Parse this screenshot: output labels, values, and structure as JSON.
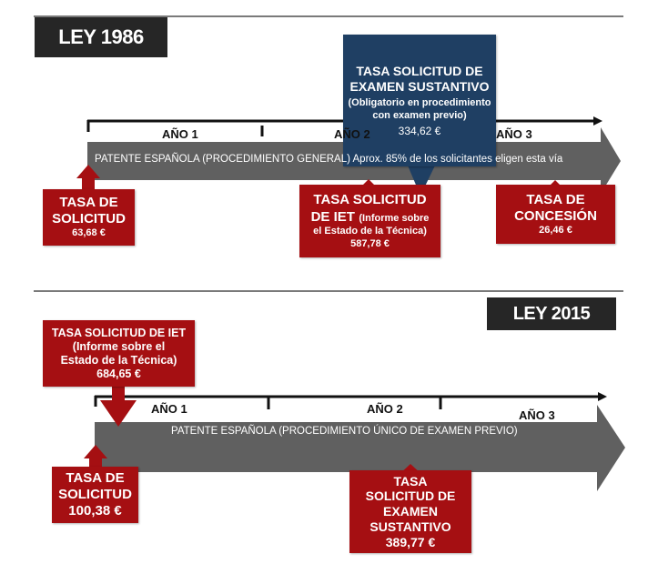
{
  "law_1986": {
    "title": "LEY 1986",
    "years": [
      "AÑO 1",
      "AÑO 2",
      "AÑO 3"
    ],
    "bar_text": "PATENTE ESPAÑOLA (PROCEDIMIENTO GENERAL) Aprox. 85% de los solicitantes eligen esta vía",
    "exam_fee": {
      "title_1": "TASA SOLICITUD DE",
      "title_2": "EXAMEN SUSTANTIVO",
      "note_1": "(Obligatorio en procedimiento",
      "note_2": "con examen previo)",
      "amount": "334,62 €"
    },
    "application_fee": {
      "title_1": "TASA DE",
      "title_2": "SOLICITUD",
      "amount": "63,68 €"
    },
    "iet_fee": {
      "title_1": "TASA SOLICITUD",
      "title_2": "DE IET",
      "note_1": "(Informe sobre",
      "note_2": "el Estado de la Técnica)",
      "amount": "587,78 €"
    },
    "grant_fee": {
      "title_1": "TASA DE",
      "title_2": "CONCESIÓN",
      "amount": "26,46  €"
    }
  },
  "law_2015": {
    "title": "LEY 2015",
    "years": [
      "AÑO 1",
      "AÑO 2",
      "AÑO 3"
    ],
    "bar_text": "PATENTE ESPAÑOLA (PROCEDIMIENTO ÚNICO DE EXAMEN PREVIO)",
    "iet_fee": {
      "title": "TASA SOLICITUD DE IET",
      "note_1": "(Informe sobre el",
      "note_2": "Estado de la Técnica)",
      "amount": "684,65 €"
    },
    "application_fee": {
      "title_1": "TASA DE",
      "title_2": "SOLICITUD",
      "amount": "100,38 €"
    },
    "exam_fee": {
      "title_1": "TASA",
      "title_2": "SOLICITUD DE",
      "title_3": "EXAMEN",
      "title_4": "SUSTANTIVO",
      "amount": "389,77 €"
    }
  },
  "colors": {
    "red": "#a50f12",
    "blue": "#1f3f63",
    "dark": "#262626",
    "bar": "#606060"
  }
}
